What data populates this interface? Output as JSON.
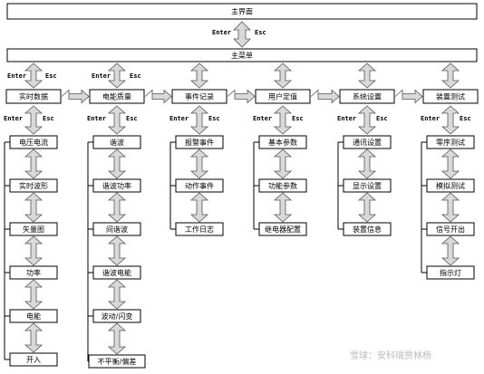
{
  "top_box": "主界面",
  "menu_box": "主菜单",
  "key_enter": "Enter",
  "key_esc": "Esc",
  "columns": [
    {
      "header": "实时数据",
      "items": [
        "电压电流",
        "实时波形",
        "矢量图",
        "功率",
        "电能",
        "开入"
      ]
    },
    {
      "header": "电能质量",
      "items": [
        "谐波",
        "谐波功率",
        "间谐波",
        "谐波电能",
        "波动/闪变",
        "不平衡/偏差"
      ]
    },
    {
      "header": "事件记录",
      "items": [
        "报警事件",
        "动作事件",
        "工作日志"
      ]
    },
    {
      "header": "用户定值",
      "items": [
        "基本参数",
        "功能参数",
        "继电器配置"
      ]
    },
    {
      "header": "系统设置",
      "items": [
        "通讯设置",
        "显示设置",
        "装置信息"
      ]
    },
    {
      "header": "装置测试",
      "items": [
        "零序测试",
        "模拟测试",
        "信号开出",
        "指示灯"
      ]
    }
  ],
  "watermark": "雪球：安科瑞贾林杨"
}
